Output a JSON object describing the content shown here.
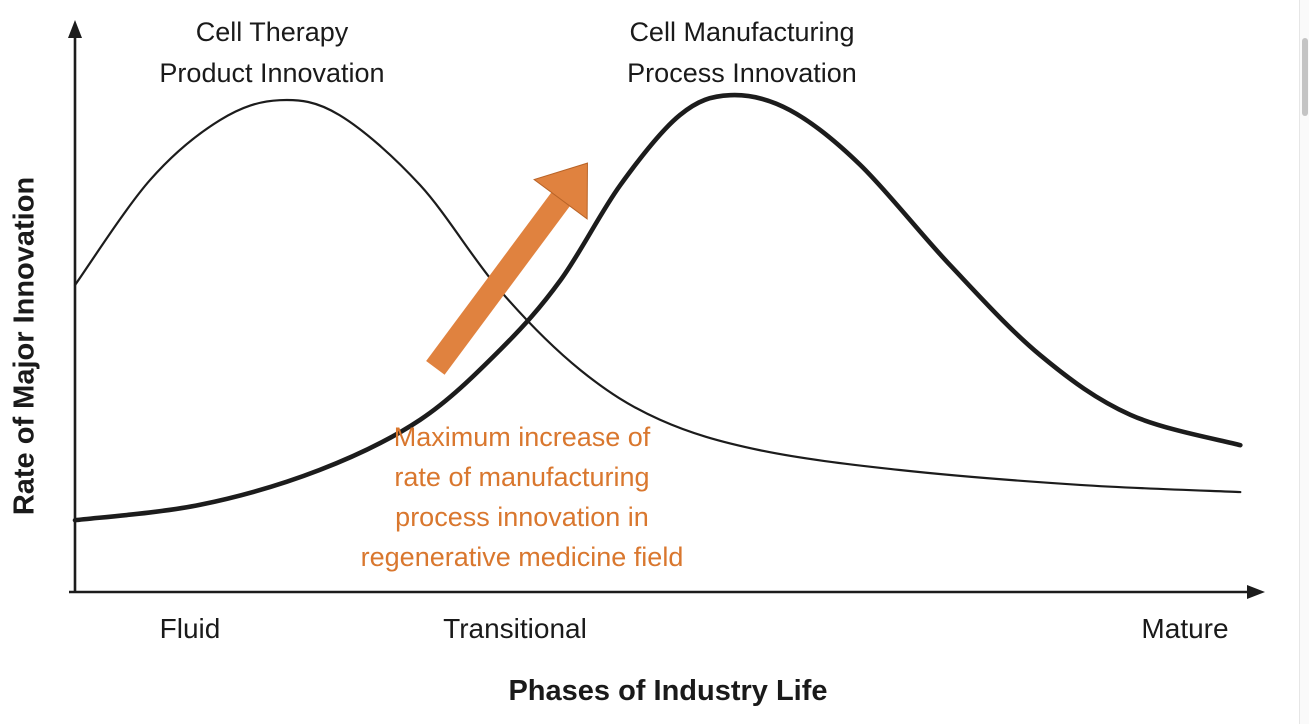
{
  "labels": {
    "product_curve": "Cell Therapy\nProduct Innovation",
    "process_curve": "Cell Manufacturing\nProcess Innovation",
    "annotation": "Maximum increase of\nrate of manufacturing\nprocess innovation in\nregenerative medicine field",
    "y_axis": "Rate of Major Innovation",
    "x_axis_title": "Phases of Industry Life",
    "phase_fluid": "Fluid",
    "phase_transitional": "Transitional",
    "phase_mature": "Mature"
  },
  "colors": {
    "curve_stroke": "#1c1c1c",
    "axis_stroke": "#1c1c1c",
    "arrow_fill": "#e0823f",
    "arrow_edge": "#b86327",
    "annotation_text": "#d9772e"
  },
  "chart_data": {
    "type": "line",
    "title": "",
    "xlabel": "Phases of Industry Life",
    "ylabel": "Rate of Major Innovation",
    "xlim": [
      0,
      100
    ],
    "ylim": [
      0,
      100
    ],
    "grid": false,
    "legend_position": "labels-above-curves",
    "x_phase_labels": [
      "Fluid",
      "Transitional",
      "Mature"
    ],
    "x_phase_positions": [
      9.8,
      37.6,
      94.9
    ],
    "series": [
      {
        "name": "Cell Therapy Product Innovation",
        "style": "thin",
        "points": [
          [
            0,
            55.6
          ],
          [
            6.4,
            74.6
          ],
          [
            12.4,
            85.5
          ],
          [
            17.5,
            89.1
          ],
          [
            22.6,
            86.4
          ],
          [
            29.5,
            73.7
          ],
          [
            36.3,
            54.7
          ],
          [
            43.2,
            40.2
          ],
          [
            50,
            31.2
          ],
          [
            58.5,
            25.7
          ],
          [
            70.5,
            22.1
          ],
          [
            85.9,
            19.4
          ],
          [
            99.6,
            18.1
          ]
        ]
      },
      {
        "name": "Cell Manufacturing Process Innovation",
        "style": "thick",
        "points": [
          [
            0,
            13.0
          ],
          [
            10.7,
            15.8
          ],
          [
            20.9,
            22.1
          ],
          [
            29.5,
            31.2
          ],
          [
            36.3,
            43.8
          ],
          [
            41.5,
            56.5
          ],
          [
            46.6,
            73.7
          ],
          [
            51.7,
            86.4
          ],
          [
            56.0,
            90.0
          ],
          [
            61.1,
            87.3
          ],
          [
            67.1,
            77.4
          ],
          [
            74.8,
            59.2
          ],
          [
            82.5,
            42.9
          ],
          [
            90.2,
            32.1
          ],
          [
            99.6,
            26.6
          ]
        ]
      }
    ],
    "annotation_arrow": {
      "tail": [
        30.8,
        40.6
      ],
      "head": [
        43.8,
        77.7
      ],
      "label": "Maximum increase of rate of manufacturing process innovation in regenerative medicine field"
    }
  }
}
